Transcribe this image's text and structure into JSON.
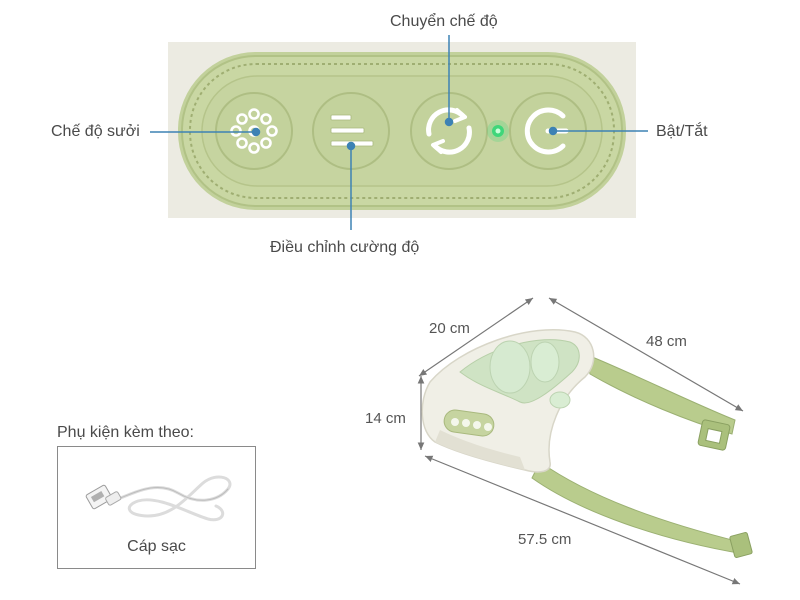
{
  "panel": {
    "labels": {
      "mode_switch": "Chuyển chế độ",
      "heat_mode": "Chế độ sưởi",
      "power": "Bật/Tắt",
      "intensity": "Điều chỉnh cường độ"
    },
    "buttons": [
      {
        "name": "heat-mode-button",
        "icon": "heat-dots-icon"
      },
      {
        "name": "intensity-button",
        "icon": "intensity-bars-icon"
      },
      {
        "name": "mode-switch-button",
        "icon": "cycle-arrows-icon"
      },
      {
        "name": "power-button",
        "icon": "power-icon"
      }
    ],
    "indicator_color": "#3fd67a"
  },
  "dimensions": {
    "top_depth": "20 cm",
    "strap_length": "48 cm",
    "height": "14 cm",
    "total_length": "57.5 cm"
  },
  "accessories": {
    "title": "Phụ kiện kèm theo:",
    "item": "Cáp sạc"
  },
  "colors": {
    "device_green": "#c7d6a2",
    "device_cream": "#f0efe6",
    "button_white": "#ffffff"
  }
}
